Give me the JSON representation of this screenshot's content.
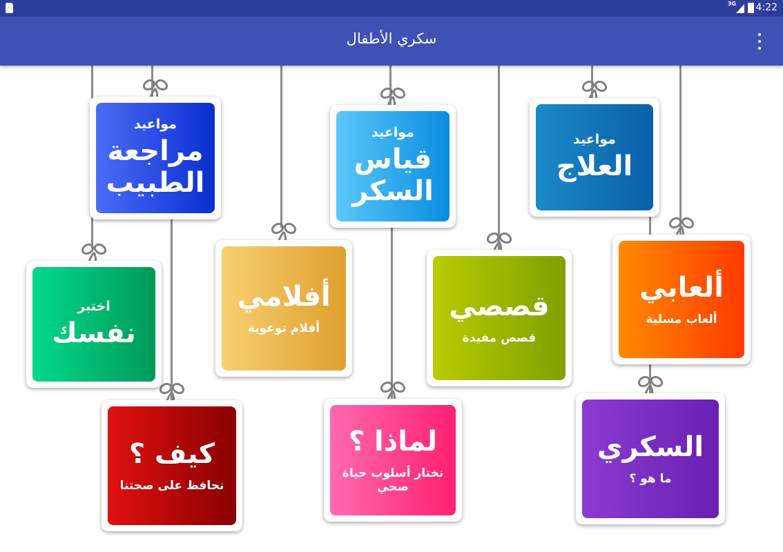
{
  "status_bar": {
    "network": "3G",
    "time": "4:22",
    "icons": [
      "sd-card-icon",
      "signal-icon",
      "battery-icon"
    ]
  },
  "app_bar": {
    "title": "سكري الأطفال",
    "menu_icon": "more-vert-icon"
  },
  "cards": [
    {
      "id": "doctor",
      "lines": [
        "مواعيد",
        "مراجعة",
        "الطبيب"
      ],
      "colors": [
        "#4a6cf7",
        "#0a2fcf"
      ]
    },
    {
      "id": "sugar",
      "lines": [
        "مواعيد",
        "قياس",
        "السكر"
      ],
      "colors": [
        "#5ac8fa",
        "#0a8de0"
      ]
    },
    {
      "id": "treatment",
      "lines": [
        "مواعيد",
        "العلاج"
      ],
      "colors": [
        "#1a8ac9",
        "#0a5fa8"
      ]
    },
    {
      "id": "test",
      "lines": [
        "اختبر",
        "نفسك"
      ],
      "colors": [
        "#00d98a",
        "#009a5a"
      ]
    },
    {
      "id": "movies",
      "lines": [
        "أفلامي",
        "أفلام توعوية"
      ],
      "colors": [
        "#f7d070",
        "#e0a030"
      ]
    },
    {
      "id": "stories",
      "lines": [
        "قصصي",
        "قصص مفيدة"
      ],
      "colors": [
        "#b8cc00",
        "#80a000"
      ]
    },
    {
      "id": "games",
      "lines": [
        "ألعابي",
        "ألعاب مسلية"
      ],
      "colors": [
        "#ff8a00",
        "#ff3a00"
      ]
    },
    {
      "id": "how",
      "lines": [
        "كيف ؟",
        "نحافظ على صحتنا"
      ],
      "colors": [
        "#e01010",
        "#8a0000"
      ]
    },
    {
      "id": "why",
      "lines": [
        "لماذا ؟",
        "نختار أسلوب حياة صحي"
      ],
      "colors": [
        "#ff6ab0",
        "#ff2070"
      ]
    },
    {
      "id": "diabetes",
      "lines": [
        "السكري",
        "ما هو ؟"
      ],
      "colors": [
        "#8a3cd0",
        "#6a20b0"
      ]
    }
  ]
}
